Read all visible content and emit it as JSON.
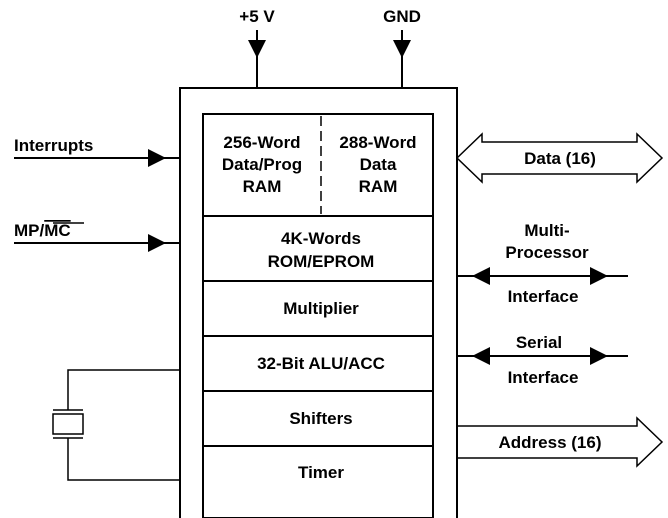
{
  "power": {
    "vcc": "+5 V",
    "gnd": "GND"
  },
  "inputs": {
    "interrupts": "Interrupts",
    "mp_prefix": "MP/",
    "mp_overline": "MC"
  },
  "blocks": {
    "ram1_line1": "256-Word",
    "ram1_line2": "Data/Prog",
    "ram1_line3": "RAM",
    "ram2_line1": "288-Word",
    "ram2_line2": "Data",
    "ram2_line3": "RAM",
    "rom_line1": "4K-Words",
    "rom_line2": "ROM/EPROM",
    "multiplier": "Multiplier",
    "alu": "32-Bit ALU/ACC",
    "shifters": "Shifters",
    "timer": "Timer"
  },
  "outputs": {
    "data_bus": "Data (16)",
    "mp_line1": "Multi-",
    "mp_line2": "Processor",
    "mp_line3": "Interface",
    "serial_line1": "Serial",
    "serial_line2": "Interface",
    "address_bus": "Address (16)"
  },
  "colors": {
    "line": "#000000",
    "background": "#ffffff"
  }
}
